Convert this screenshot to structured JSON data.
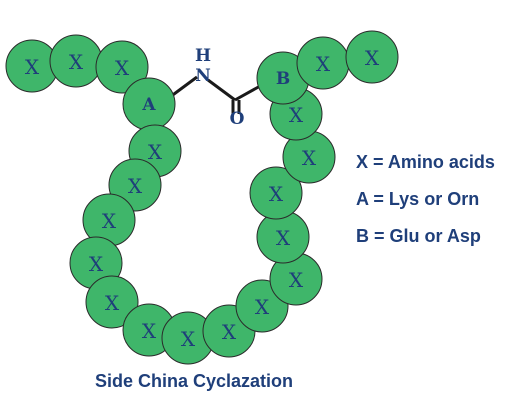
{
  "beads": {
    "generic_label": "X",
    "lys_label": "A",
    "glu_label": "B"
  },
  "linker": {
    "h": "H",
    "n": "N",
    "o": "O"
  },
  "legend": {
    "x_def": "X = Amino acids",
    "a_def": "A = Lys or Orn",
    "b_def": "B = Glu or Asp"
  },
  "caption": "Side China Cyclazation",
  "colors": {
    "bead_fill": "#3fb66a",
    "bead_stroke": "#2a2a2a",
    "text_blue": "#1f3f7a",
    "bond": "#1a1a1a"
  }
}
